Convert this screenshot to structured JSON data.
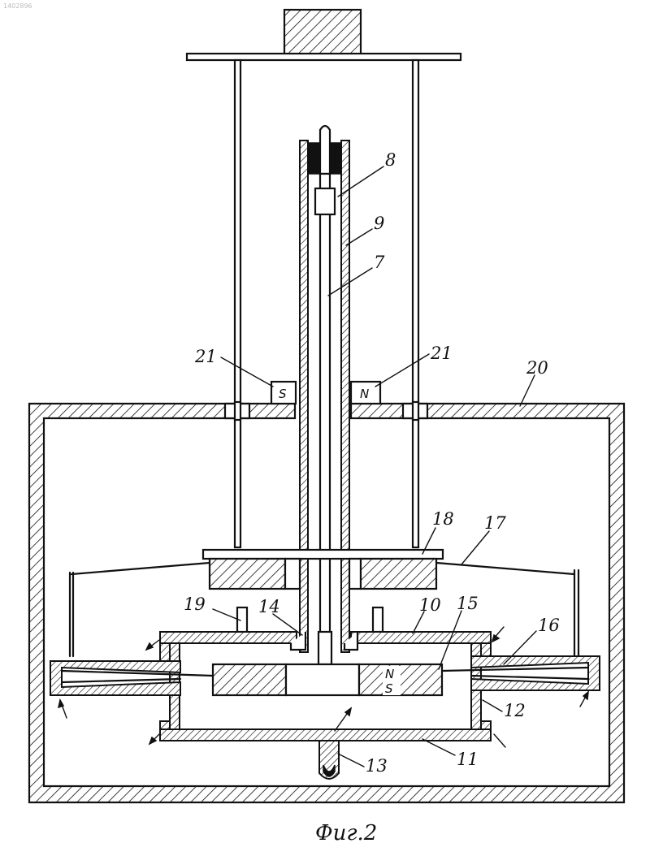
{
  "figure": {
    "caption": "Фиг.2",
    "document_number": "1402896"
  },
  "labels": {
    "l7": "7",
    "l8": "8",
    "l9": "9",
    "l10": "10",
    "l11": "11",
    "l12": "12",
    "l13": "13",
    "l14": "14",
    "l15": "15",
    "l16": "16",
    "l17": "17",
    "l18": "18",
    "l19": "19",
    "l20": "20",
    "l21_left": "21",
    "l21_right": "21"
  },
  "magnets": {
    "top_left": "S",
    "top_right": "N",
    "rotor_top": "N",
    "rotor_bottom": "S"
  },
  "colors": {
    "ink": "#111111",
    "paper": "#ffffff"
  }
}
